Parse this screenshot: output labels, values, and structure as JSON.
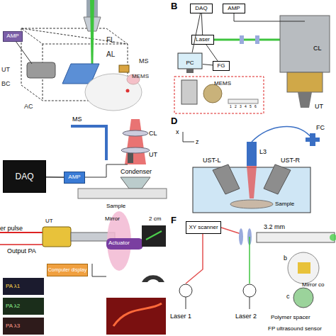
{
  "diagram": {
    "nodes": [
      {
        "text": [
          "AMP"
        ]
      },
      {
        "text": [
          "DAQ"
        ]
      },
      {
        "text": [
          "AMP"
        ]
      },
      {
        "text": [
          "Laser"
        ]
      },
      {
        "text": [
          "FG"
        ]
      },
      {
        "text": [
          "PC"
        ]
      },
      {
        "text": [
          "DAQ"
        ]
      },
      {
        "text": [
          "AMP"
        ]
      },
      {
        "text": [
          "Computer display"
        ]
      },
      {
        "text": [
          "XY scanner"
        ]
      }
    ],
    "edges": [
      {
        "from": 1,
        "to": 3,
        "arrow": "none"
      },
      {
        "from": 3,
        "to": 4,
        "arrow": "none"
      },
      {
        "from": 4,
        "to": 5,
        "arrow": "none"
      },
      {
        "from": 1,
        "to": 5,
        "arrow": "none"
      },
      {
        "from": 6,
        "to": 7,
        "arrow": "none"
      }
    ],
    "labels": [
      "FL",
      "AL",
      "MS",
      "MEMS",
      "UT",
      "BC",
      "AC",
      "B",
      "CL",
      "MEMS",
      "UT",
      "1",
      "2",
      "3",
      "4",
      "5",
      "6",
      "MS",
      "CL",
      "UT",
      "Condenser",
      "Sample",
      "D",
      "x",
      "z",
      "FC",
      "L3",
      "UST-L",
      "UST-R",
      "Sample",
      "er pulse",
      "UT",
      "Mirror",
      "Output PA",
      "Actuator",
      "2 cm",
      "PA λ1",
      "PA λ2",
      "PA λ3",
      "F",
      "3.2 mm",
      "Laser 1",
      "Laser 2",
      "b",
      "Mirror co",
      "c",
      "Polymer spacer",
      "FP ultrasound sensor"
    ]
  }
}
